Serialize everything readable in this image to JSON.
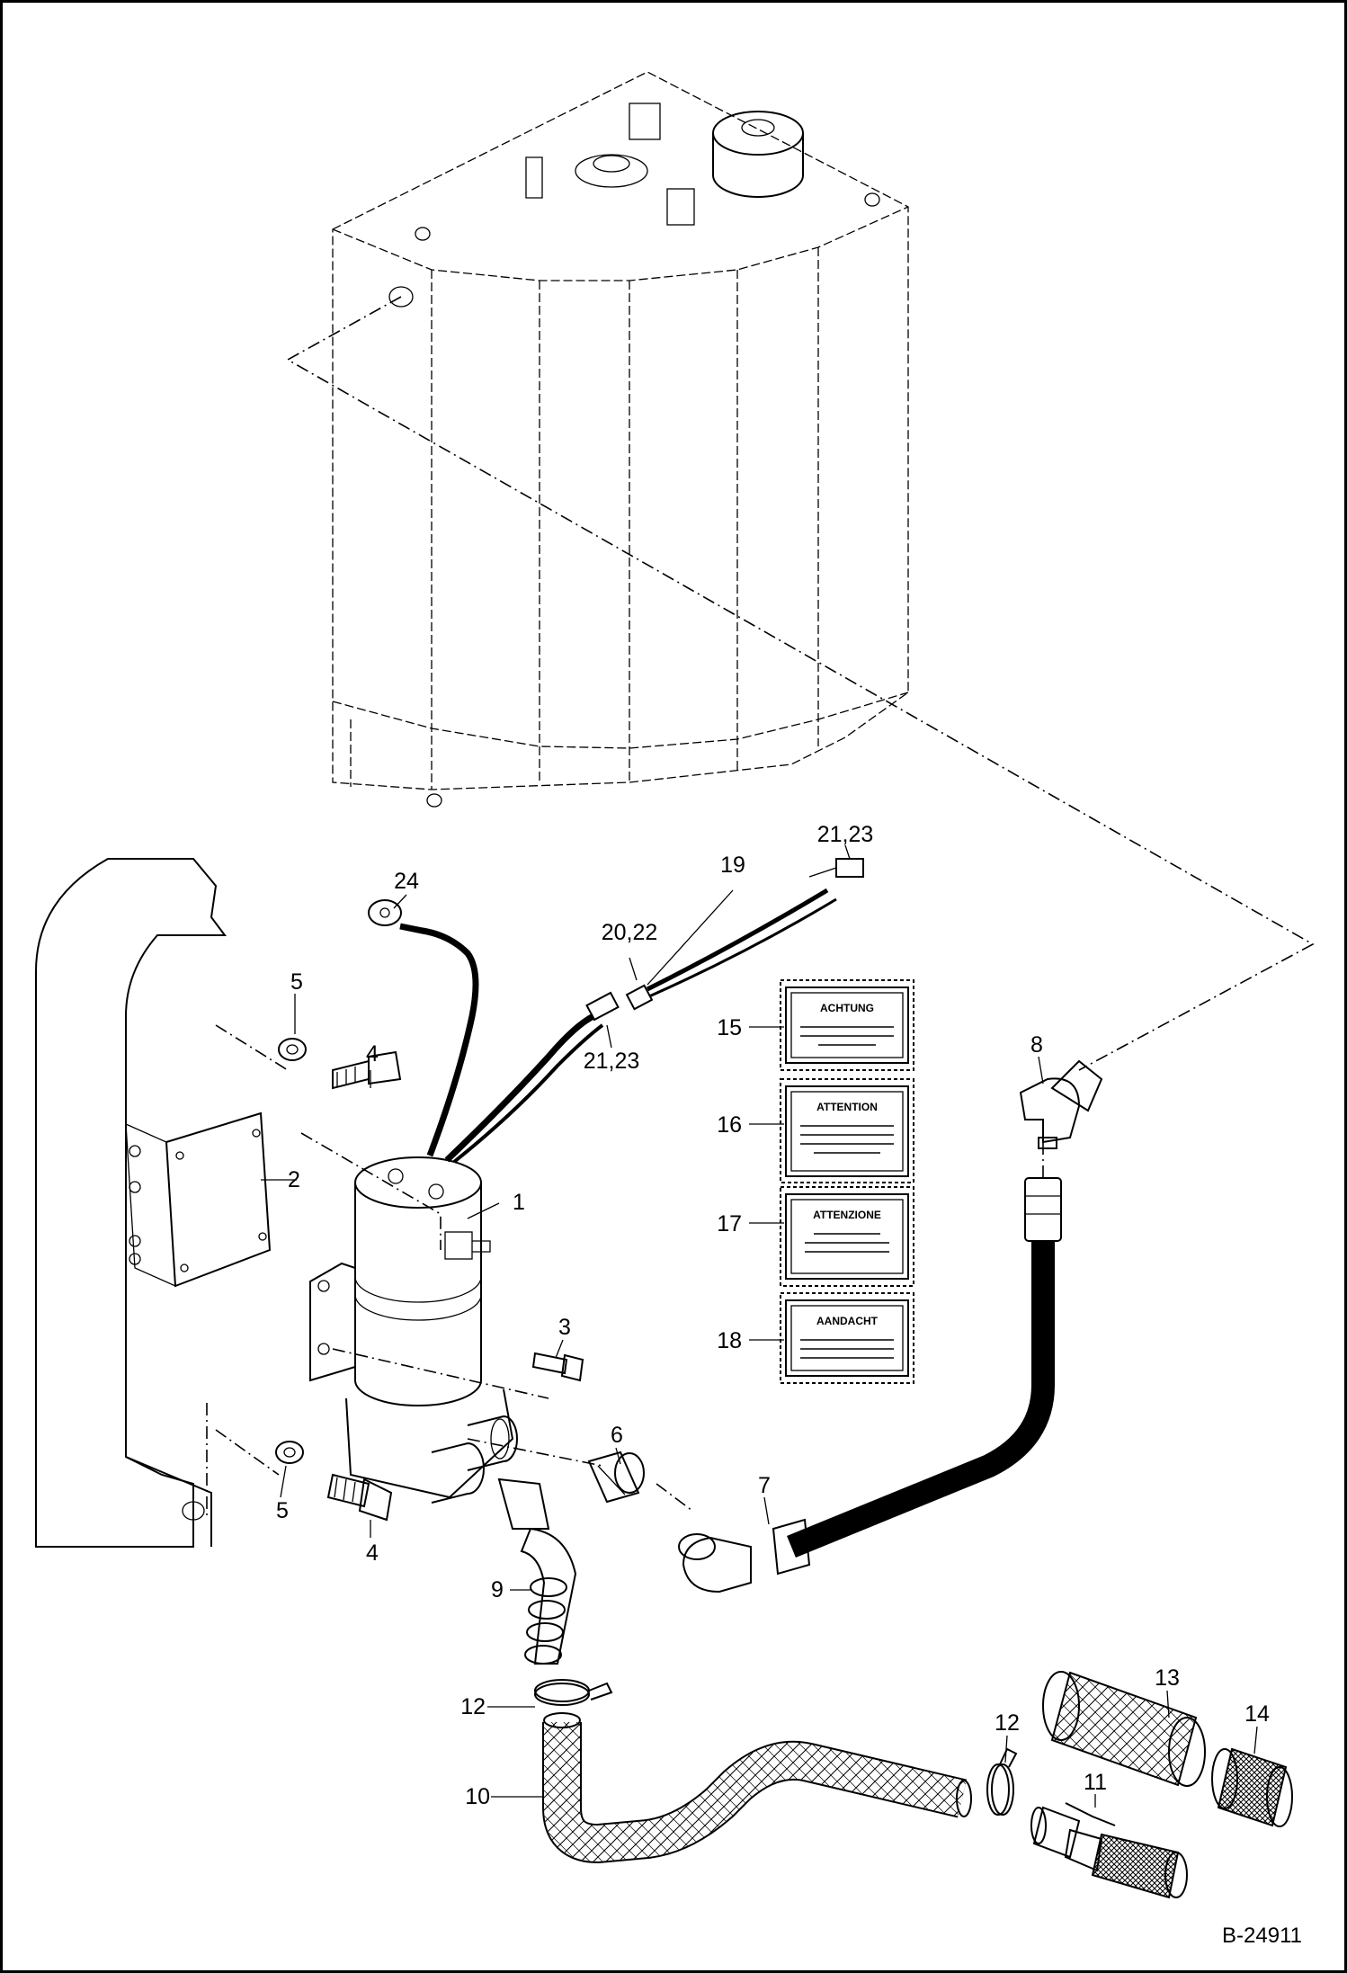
{
  "diagram": {
    "document_id": "B-24911",
    "callouts": [
      {
        "id": "c1",
        "label": "1"
      },
      {
        "id": "c2",
        "label": "2"
      },
      {
        "id": "c3",
        "label": "3"
      },
      {
        "id": "c4a",
        "label": "4"
      },
      {
        "id": "c4b",
        "label": "4"
      },
      {
        "id": "c5a",
        "label": "5"
      },
      {
        "id": "c5b",
        "label": "5"
      },
      {
        "id": "c6",
        "label": "6"
      },
      {
        "id": "c7",
        "label": "7"
      },
      {
        "id": "c8",
        "label": "8"
      },
      {
        "id": "c9",
        "label": "9"
      },
      {
        "id": "c10",
        "label": "10"
      },
      {
        "id": "c11",
        "label": "11"
      },
      {
        "id": "c12a",
        "label": "12"
      },
      {
        "id": "c12b",
        "label": "12"
      },
      {
        "id": "c13",
        "label": "13"
      },
      {
        "id": "c14",
        "label": "14"
      },
      {
        "id": "c15",
        "label": "15"
      },
      {
        "id": "c16",
        "label": "16"
      },
      {
        "id": "c17",
        "label": "17"
      },
      {
        "id": "c18",
        "label": "18"
      },
      {
        "id": "c19",
        "label": "19"
      },
      {
        "id": "c20",
        "label": "20,22"
      },
      {
        "id": "c21a",
        "label": "21,23"
      },
      {
        "id": "c21b",
        "label": "21,23"
      },
      {
        "id": "c24",
        "label": "24"
      }
    ],
    "decals": [
      {
        "id": "d15",
        "title": "ACHTUNG"
      },
      {
        "id": "d16",
        "title": "ATTENTION"
      },
      {
        "id": "d17",
        "title": "ATTENZIONE"
      },
      {
        "id": "d18",
        "title": "AANDACHT"
      }
    ]
  }
}
